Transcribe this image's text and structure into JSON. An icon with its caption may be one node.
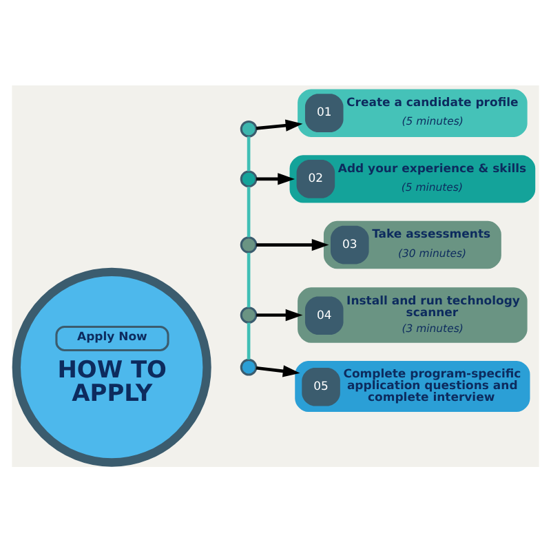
{
  "diagram": {
    "nodes": [
      {
        "text": [
          "Apply Now",
          "HOW TO APPLY"
        ]
      },
      {
        "text": [],
        "shape": "circle"
      },
      {
        "text": [],
        "shape": "circle"
      },
      {
        "text": [],
        "shape": "circle"
      },
      {
        "text": [],
        "shape": "circle"
      },
      {
        "text": [],
        "shape": "circle"
      },
      {
        "text": [
          "01",
          "Create a candidate profile",
          "(5 minutes)"
        ]
      },
      {
        "text": [
          "02",
          "Add your experience & skills",
          "(5 minutes)"
        ]
      },
      {
        "text": [
          "03",
          "Take assessments",
          "(30 minutes)"
        ]
      },
      {
        "text": [
          "04",
          "Install and run technology scanner",
          "(3 minutes)"
        ]
      },
      {
        "text": [
          "05",
          "Complete program-specific application questions and complete interview"
        ]
      }
    ],
    "edges": [
      {
        "from": 1,
        "to": 2,
        "arrow": "none",
        "color": "#3fbfb5"
      },
      {
        "from": 2,
        "to": 3,
        "arrow": "none",
        "color": "#3fbfb5"
      },
      {
        "from": 3,
        "to": 4,
        "arrow": "none",
        "color": "#3fbfb5"
      },
      {
        "from": 4,
        "to": 5,
        "arrow": "none",
        "color": "#3fbfb5"
      },
      {
        "from": 1,
        "to": 6,
        "arrow": "to"
      },
      {
        "from": 2,
        "to": 7,
        "arrow": "to"
      },
      {
        "from": 3,
        "to": 8,
        "arrow": "to"
      },
      {
        "from": 4,
        "to": 9,
        "arrow": "to"
      },
      {
        "from": 5,
        "to": 10,
        "arrow": "to"
      }
    ]
  }
}
